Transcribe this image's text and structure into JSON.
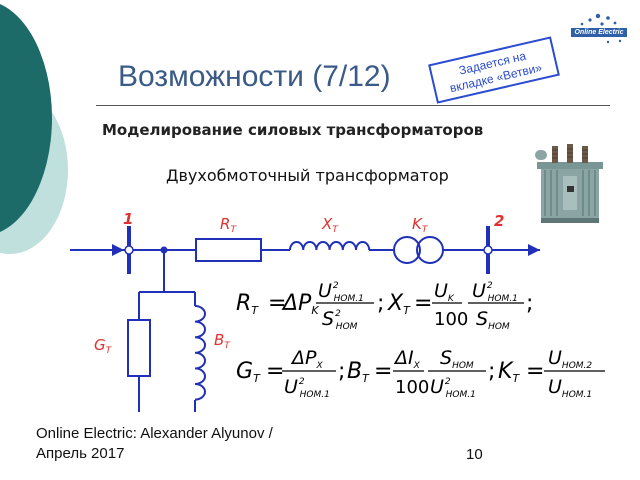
{
  "slide": {
    "title": "Возможности (7/12)",
    "subtitle": "Моделирование силовых трансформаторов",
    "note": [
      "Задается на",
      "вкладке «Ветви»"
    ],
    "logo_text": "Online Electric",
    "footer_lines": [
      "Online Electric: Alexander Alyunov /",
      "Апрель 2017"
    ],
    "page_number": "10",
    "colors": {
      "teal_dark": "#1d6b68",
      "teal_light": "#bfe0dc",
      "title": "#3a5a88",
      "wire": "#2030b8",
      "label_red": "#e03030",
      "note_blue": "#2b4bd0"
    }
  },
  "diagram": {
    "heading": "Двухобмоточный трансформатор",
    "node1": "1",
    "node2": "2",
    "labels": {
      "R": "R",
      "R_sub": "T",
      "X": "X",
      "X_sub": "T",
      "K": "K",
      "K_sub": "T",
      "G": "G",
      "G_sub": "T",
      "B": "B",
      "B_sub": "T"
    }
  },
  "formulas": {
    "line1": {
      "RT": "R",
      "RT_sub": "T",
      "eq": "=",
      "dP": "ΔP",
      "dP_sub": "K",
      "num1": "U",
      "num1_sup": "2",
      "num1_sub": "НОМ.1",
      "den1": "S",
      "den1_sup": "2",
      "den1_sub": "НОМ",
      "sep1": ";",
      "XT": "X",
      "XT_sub": "T",
      "num2": "U",
      "num2_sub": "K",
      "den2": "100",
      "num3": "U",
      "num3_sup": "2",
      "num3_sub": "НОМ.1",
      "den3": "S",
      "den3_sub": "НОМ",
      "sep2": ";"
    },
    "line2": {
      "GT": "G",
      "GT_sub": "T",
      "num1": "ΔP",
      "num1_sub": "X",
      "den1": "U",
      "den1_sup": "2",
      "den1_sub": "НОМ.1",
      "sep1": ";",
      "BT": "B",
      "BT_sub": "T",
      "num2": "ΔI",
      "num2_sub": "X",
      "den2": "100",
      "num3": "S",
      "num3_sub": "НОМ",
      "den3": "U",
      "den3_sup": "2",
      "den3_sub": "НОМ.1",
      "sep2": ";",
      "KT": "K",
      "KT_sub": "T",
      "num4": "U",
      "num4_sub": "НОМ.2",
      "den4": "U",
      "den4_sub": "НОМ.1"
    }
  }
}
